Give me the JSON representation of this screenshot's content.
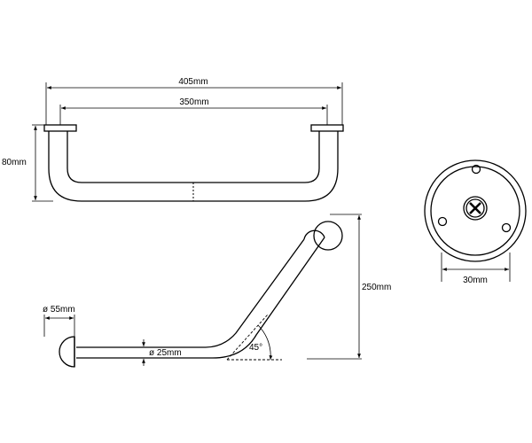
{
  "dimensions": {
    "overall_length": "405mm",
    "inner_length": "350mm",
    "height_top": "80mm",
    "flange_diameter": "ø 55mm",
    "tube_diameter": "ø 25mm",
    "bend_angle": "45°",
    "vertical_height": "250mm",
    "mount_width": "30mm"
  },
  "colors": {
    "line": "#000000",
    "background": "#ffffff"
  }
}
